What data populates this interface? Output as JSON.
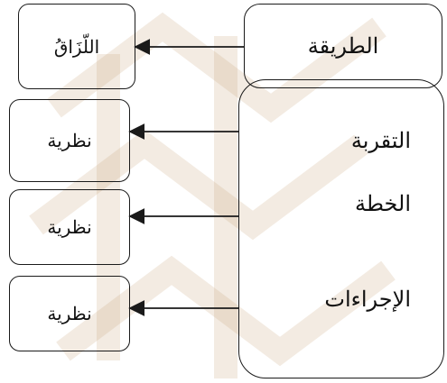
{
  "diagram": {
    "top_right_box": {
      "label": "الطريقة"
    },
    "top_left_box": {
      "label": "اللّزَاقُ"
    },
    "big_box": {
      "items": [
        "التقربة",
        "الخطة",
        "الإجراءات"
      ]
    },
    "left_boxes": [
      {
        "label": "نظرية"
      },
      {
        "label": "نظرية"
      },
      {
        "label": "نظرية"
      }
    ]
  },
  "colors": {
    "line": "#1a1a1a",
    "watermark": "#c9a27a"
  }
}
